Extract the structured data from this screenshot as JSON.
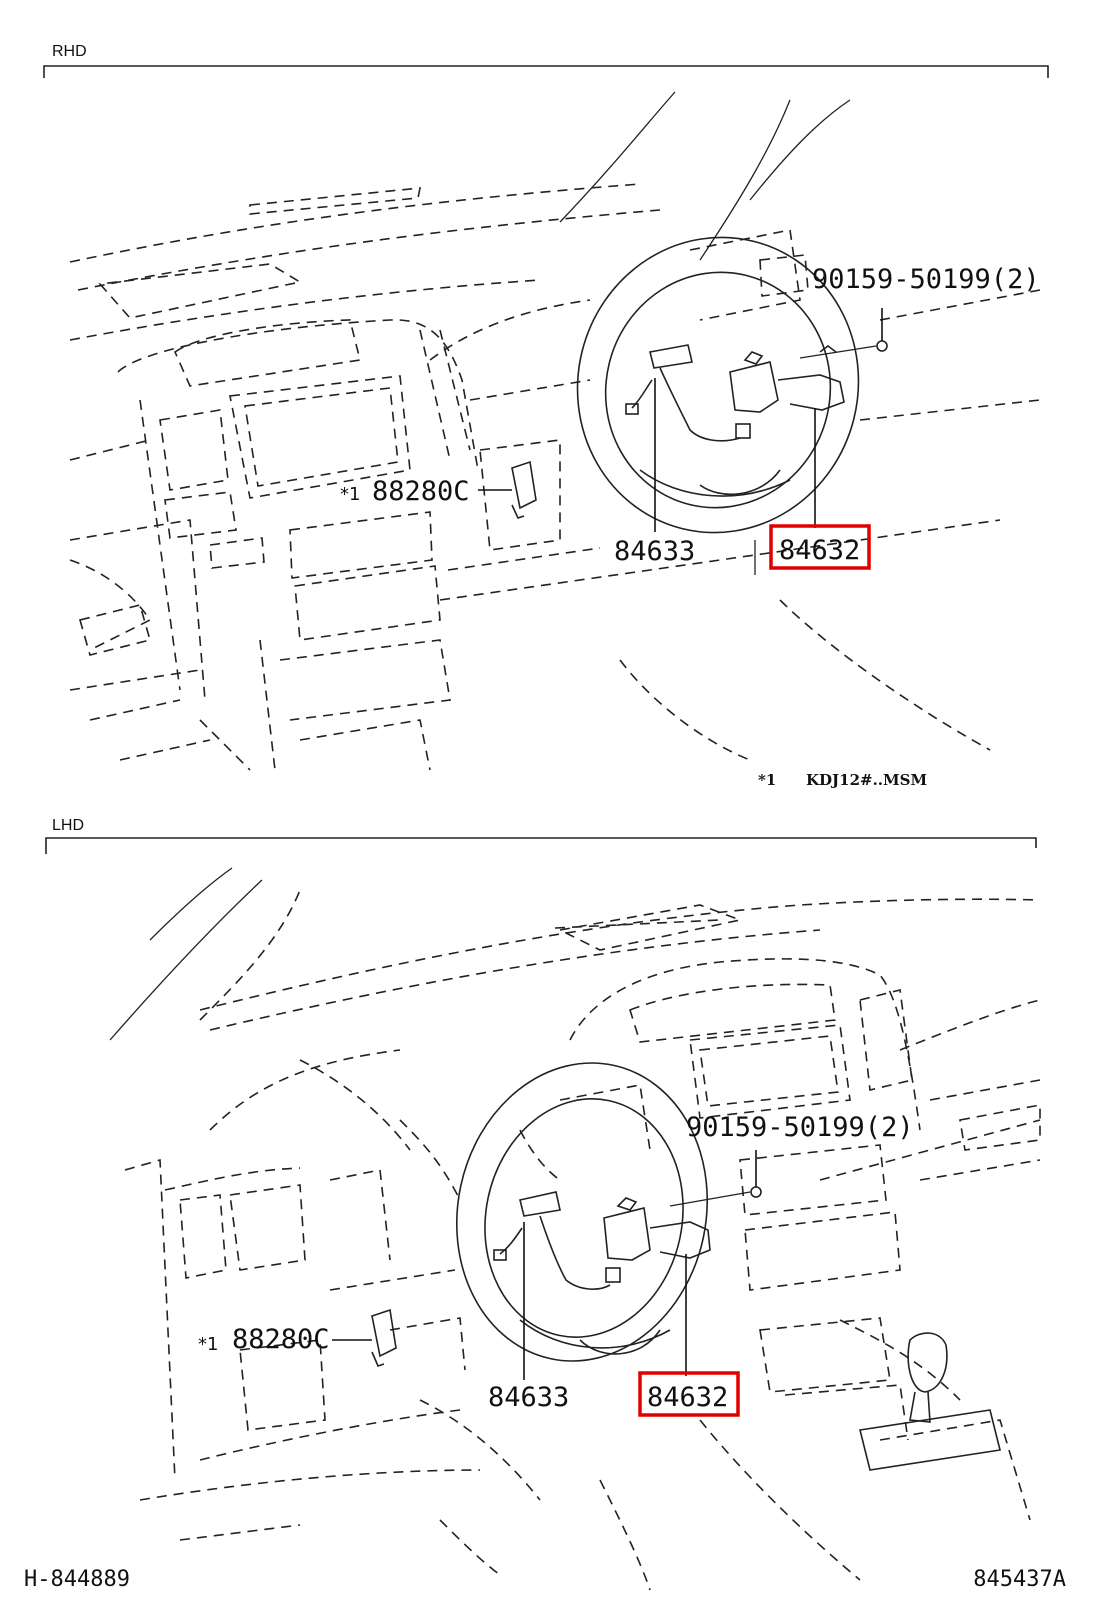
{
  "sections": [
    {
      "label": "RHD",
      "callouts": {
        "bolt": "90159-50199(2)",
        "switch_asm": "84632",
        "spiral_cable": "84633",
        "sensor": "88280C",
        "sensor_note_mark": "*1"
      }
    },
    {
      "label": "LHD",
      "callouts": {
        "bolt": "90159-50199(2)",
        "switch_asm": "84632",
        "spiral_cable": "84633",
        "sensor": "88280C",
        "sensor_note_mark": "*1"
      }
    }
  ],
  "footnote": {
    "mark": "*1",
    "text": "KDJ12#..MSM"
  },
  "footer": {
    "left": "H-844889",
    "right": "845437A"
  },
  "highlight_color": "#e00000"
}
